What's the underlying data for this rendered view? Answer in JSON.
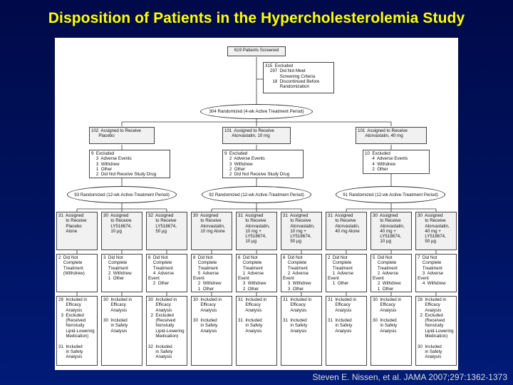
{
  "title": "Disposition of Patients in the Hypercholesterolemia Study",
  "citation": "Steven E. Nissen, et al. JAMA 2007;297:1362-1373",
  "flow": {
    "screened": "619 Patients Screened",
    "excluded": "315  Excluded\n    297  Did Not Meet\n            Screening Criteria\n      18  Discontinued Before\n            Randomization",
    "randomized": "304  Randomized (4-wk Active Treatment Period)",
    "arms": [
      {
        "assigned": "102  Assigned to Receive\n      Placebo",
        "excluded": "9  Excluded\n    3  Adverse Events\n    3  Withdrew\n    1  Other\n    2  Did Not Receive Study Drug",
        "randomized": "93  Randomized (12-wk Active-Treatment Period)"
      },
      {
        "assigned": "101  Assigned to Receive\n      Atorvastatin, 10 mg",
        "excluded": "9  Excluded\n    2  Adverse Events\n    3  Withdrew\n    2  Other\n    2  Did Not Receive Study Drug",
        "randomized": "92  Randomized (12-wk Active-Treatment Period)"
      },
      {
        "assigned": "101  Assigned to Receive\n      Atorvastatin, 40 mg",
        "excluded": "10  Excluded\n      4  Adverse Events\n      4  Withdrew\n      2  Other",
        "randomized": "91  Randomized (12-wk Active-Treatment Period)"
      }
    ],
    "groups": [
      {
        "assigned": "31  Assigned\n      to Receive\n      Placebo\n      Alone",
        "discontinued": "2  Did Not\n    Complete\n    Treatment\n    (Withdrew)",
        "analysis": "28  Included in\n      Efficacy\n      Analysis\n  3  Excluded\n      (Received\n      Nonstudy\n      Lipid-Lowering\n      Medication)\n\n31  Included\n      in Safety\n      Analysis"
      },
      {
        "assigned": "30  Assigned\n      to Receive\n      LY518674,\n      10 µg",
        "discontinued": "3  Did Not\n    Complete\n    Treatment\n    2  Withdrew\n    1  Other",
        "analysis": "30  Included in\n      Efficacy\n      Analysis\n\n30  Included\n      in Safety\n      Analysis"
      },
      {
        "assigned": "32  Assigned\n      to Receive\n      LY518674,\n      50 µg",
        "discontinued": "6  Did Not\n    Complete\n    Treatment\n    4  Adverse Event\n    2  Other",
        "analysis": "30  Included in\n      Efficacy\n      Analysis\n  2  Excluded\n      (Received\n      Nonstudy\n      Lipid-Lowering\n      Medication)\n\n32  Included\n      in Safety\n      Analysis"
      },
      {
        "assigned": "30  Assigned\n      to Receive\n      Atorvastatin,\n      10 mg Alone",
        "discontinued": "8  Did Not\n    Complete\n    Treatment\n    5  Adverse Event\n    2  Withdrew\n    1  Other",
        "analysis": "30  Included in\n      Efficacy\n      Analysis\n\n30  Included\n      in Safety\n      Analysis"
      },
      {
        "assigned": "31  Assigned\n      to Receive\n      Atorvastatin,\n      10 mg +\n      LY518674,\n      10 µg",
        "discontinued": "6  Did Not\n    Complete\n    Treatment\n    1  Adverse Event\n    3  Withdrew\n    2  Other",
        "analysis": "31  Included in\n      Efficacy\n      Analysis\n\n31  Included\n      in Safety\n      Analysis"
      },
      {
        "assigned": "31  Assigned\n      to Receive\n      Atorvastatin,\n      10 mg +\n      LY518674,\n      50 µg",
        "discontinued": "8  Did Not\n    Complete\n    Treatment\n    2  Adverse Event\n    3  Withdrew\n    3  Other",
        "analysis": "31  Included in\n      Efficacy\n      Analysis\n\n31  Included\n      in Safety\n      Analysis"
      },
      {
        "assigned": "31  Assigned\n      to Receive\n      Atorvastatin,\n      40 mg Alone",
        "discontinued": "2  Did Not\n    Complete\n    Treatment\n    1  Adverse Event\n    1  Other",
        "analysis": "31  Included in\n      Efficacy\n      Analysis\n\n31  Included\n      in Safety\n      Analysis"
      },
      {
        "assigned": "30  Assigned\n      to Receive\n      Atorvastatin,\n      40 mg +\n      LY518674,\n      10 µg",
        "discontinued": "5  Did Not\n    Complete\n    Treatment\n    2  Adverse Event\n    2  Withdrew\n    1  Other",
        "analysis": "30  Included in\n      Efficacy\n      Analysis\n\n30  Included\n      in Safety\n      Analysis"
      },
      {
        "assigned": "30  Assigned\n      to Receive\n      Atorvastatin,\n      40 mg +\n      LY518674,\n      50 µg",
        "discontinued": "7  Did Not\n    Complete\n    Treatment\n    3  Adverse Event\n    4  Withdrew",
        "analysis": "28  Included in\n      Efficacy\n      Analysis\n  2  Excluded\n      (Received\n      Nonstudy\n      Lipid-Lowering\n      Medication)\n\n30  Included\n      in Safety\n      Analysis"
      }
    ]
  }
}
